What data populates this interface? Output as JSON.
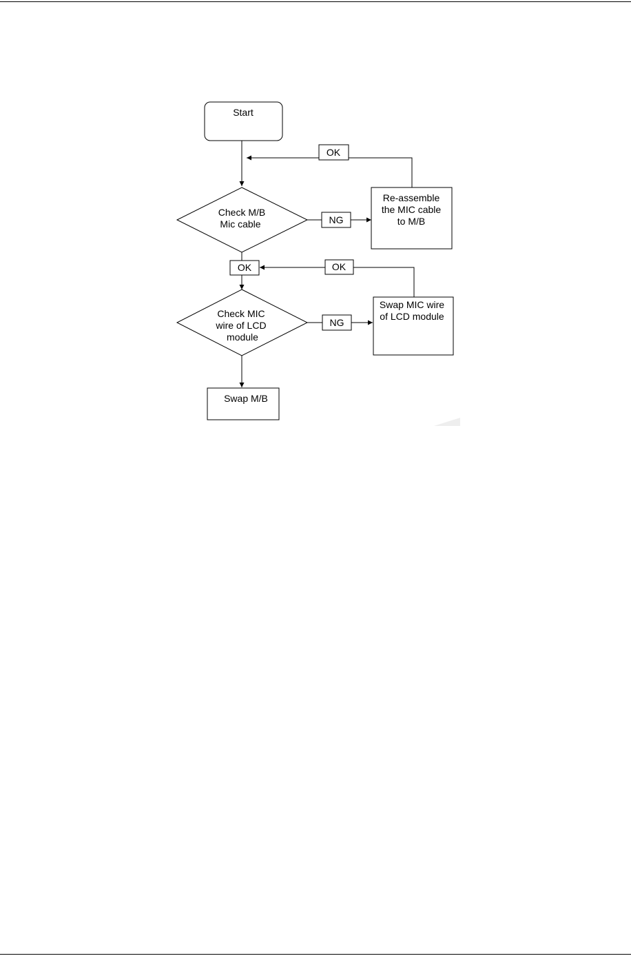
{
  "flowchart": {
    "start": {
      "label": "Start"
    },
    "check_mb_mic_cable": {
      "lines": [
        "Check M/B",
        "Mic cable"
      ]
    },
    "reassemble_mic_cable": {
      "lines": [
        "Re-assemble",
        "the MIC cable",
        "to M/B"
      ]
    },
    "check_mic_wire": {
      "lines": [
        "Check MIC",
        "wire of LCD",
        "module"
      ]
    },
    "swap_mic_wire": {
      "lines": [
        "Swap MIC wire",
        "of LCD module"
      ]
    },
    "swap_mb": {
      "label": "Swap M/B"
    },
    "edge_labels": {
      "ok_return_1": "OK",
      "ng_1": "NG",
      "ok_down_1": "OK",
      "ok_return_2": "OK",
      "ng_2": "NG"
    }
  }
}
